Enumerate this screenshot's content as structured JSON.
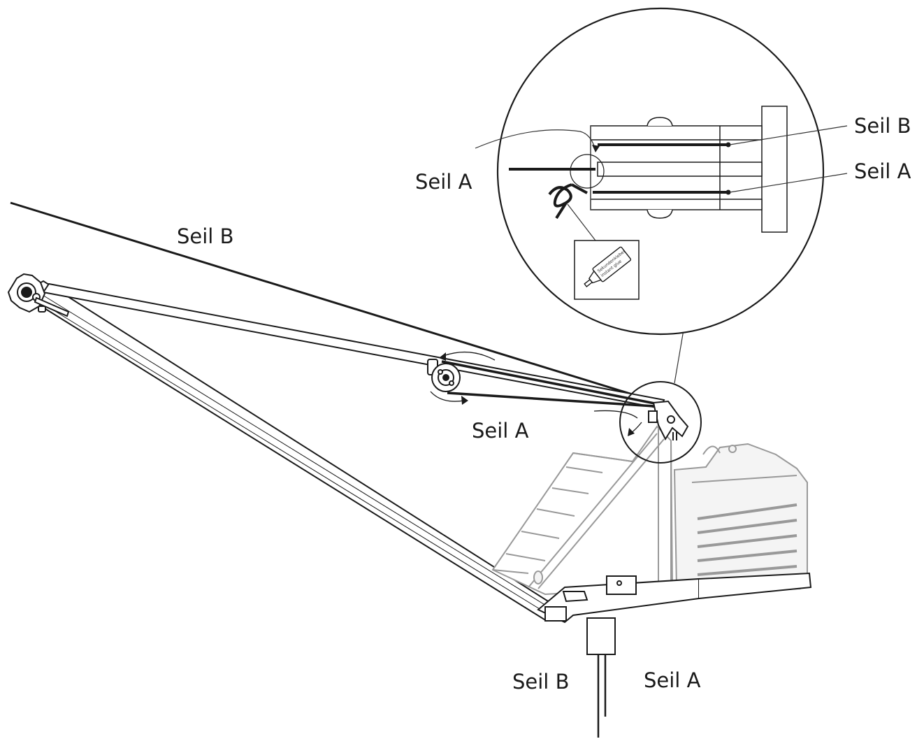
{
  "diagram": {
    "labels": {
      "seil_b_main": "Seil B",
      "seil_a_detail_left": "Seil A",
      "seil_b_detail_right": "Seil B",
      "seil_a_detail_right": "Seil A",
      "seil_a_mid": "Seil A",
      "seil_b_bottom": "Seil B",
      "seil_a_bottom": "Seil A"
    },
    "glue_tube_text": [
      "Sekundenkleber",
      "instant glue"
    ],
    "colors": {
      "line": "#1a1a1a",
      "machine": "#999999",
      "machine_fill": "#f4f4f4",
      "detail_outline": "#333333"
    }
  }
}
